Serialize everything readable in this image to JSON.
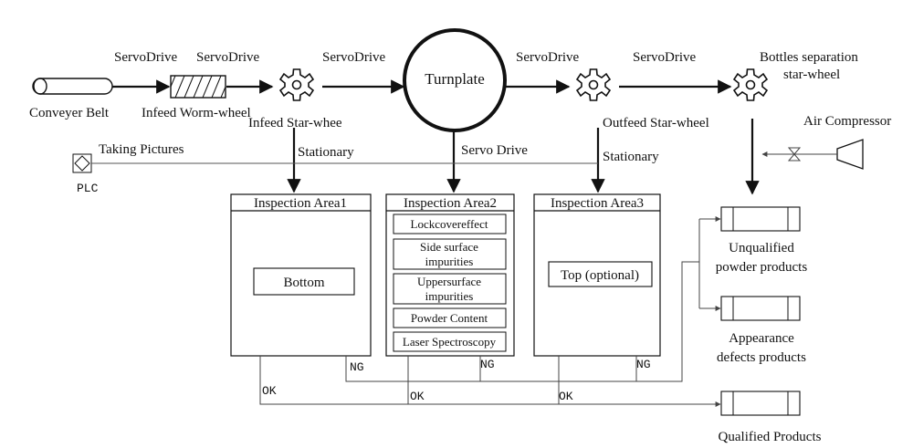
{
  "top": {
    "servo_drive_1": "ServoDrive",
    "servo_drive_2": "ServoDrive",
    "servo_drive_3": "ServoDrive",
    "servo_drive_4": "ServoDrive",
    "servo_drive_5": "ServoDrive",
    "conveyer_belt": "Conveyer Belt",
    "infeed_worm_wheel": "Infeed Worm-wheel",
    "turnplate": "Turnplate",
    "infeed_star_wheel": "Infeed Star-whee",
    "outfeed_star_wheel": "Outfeed Star-wheel",
    "bottles_sep_line1": "Bottles separation",
    "bottles_sep_line2": "star-wheel",
    "air_compressor": "Air Compressor"
  },
  "mid": {
    "stationary_1": "Stationary",
    "servo_drive_mid": "Servo Drive",
    "stationary_2": "Stationary",
    "taking_pictures": "Taking Pictures",
    "plc": "PLC"
  },
  "area1": {
    "title": "Inspection Area1",
    "item": "Bottom",
    "ng": "NG",
    "ok": "OK"
  },
  "area2": {
    "title": "Inspection Area2",
    "items": [
      {
        "line1": "Lockcovereffect",
        "line2": ""
      },
      {
        "line1": "Side surface",
        "line2": "impurities"
      },
      {
        "line1": "Uppersurface",
        "line2": "impurities"
      },
      {
        "line1": "Powder Content",
        "line2": ""
      },
      {
        "line1": "Laser Spectroscopy",
        "line2": ""
      }
    ],
    "ng": "NG",
    "ok": "OK"
  },
  "area3": {
    "title": "Inspection Area3",
    "item": "Top (optional)",
    "ng": "NG",
    "ok": "OK"
  },
  "outputs": {
    "unqualified_line1": "Unqualified",
    "unqualified_line2": "powder products",
    "appearance_line1": "Appearance",
    "appearance_line2": "defects products",
    "qualified": "Qualified Products"
  }
}
